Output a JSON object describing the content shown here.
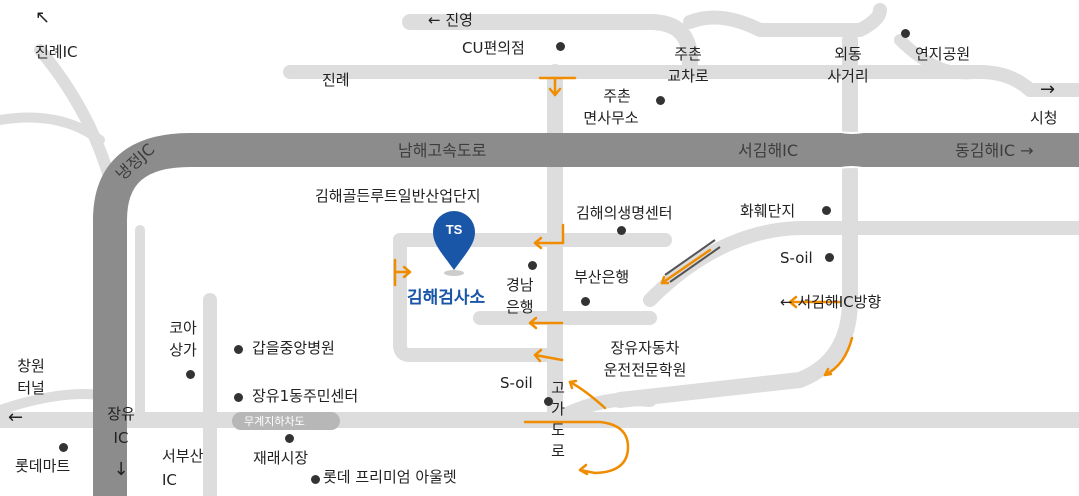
{
  "labels": {
    "jinyeong": "← 진영",
    "jinrye_ic": "진례IC",
    "jinrye": "진례",
    "cu": "CU편의점",
    "juchon_junction_1": "주촌",
    "juchon_junction_2": "교차로",
    "juchon_office_1": "주촌",
    "juchon_office_2": "면사무소",
    "oedong_1": "외동",
    "oedong_2": "사거리",
    "yeonji_park": "연지공원",
    "city_hall": "시청",
    "city_hall_arrow": "→",
    "namhae_expressway": "남해고속도로",
    "seogimhae_ic": "서김해IC",
    "donggimhae_ic": "동김해IC →",
    "naengjeong_jc": "냉정JC",
    "golden_root": "김해골든루트일반산업단지",
    "life_center": "김해의생명센터",
    "hwahwe": "화훼단지",
    "soil_1": "S-oil",
    "seogimhae_dir": "← 서김해IC방향",
    "busan_bank": "부산은행",
    "gyeongnam_bank_1": "경남",
    "gyeongnam_bank_2": "은행",
    "target": "김해검사소",
    "marker_text": "TS",
    "koa_1": "코아",
    "koa_2": "상가",
    "gabeul": "갑을중앙병원",
    "jangyu_driving_1": "장유자동차",
    "jangyu_driving_2": "운전전문학원",
    "soil_2": "S-oil",
    "overpass": "고가도로",
    "changwon_1": "창원",
    "changwon_2": "터널",
    "changwon_arrow": "←",
    "jangyu_ic_1": "장유",
    "jangyu_ic_2": "IC",
    "jangyu_ic_arrow": "↓",
    "jangyu_center": "장유1동주민센터",
    "tunnel": "무계지하차도",
    "lotte_mart": "롯데마트",
    "seobusan_1": "서부산",
    "seobusan_2": "IC",
    "jaerae": "재래시장",
    "lotte_outlet": "롯데 프리미엄 아울렛"
  },
  "colors": {
    "road": "#dddddd",
    "highway": "#8c8c8c",
    "route": "#f08c00",
    "marker": "#1a56a8",
    "target_text": "#1a56a8"
  },
  "icons": [
    "map-pin-icon",
    "arrow-icons"
  ]
}
